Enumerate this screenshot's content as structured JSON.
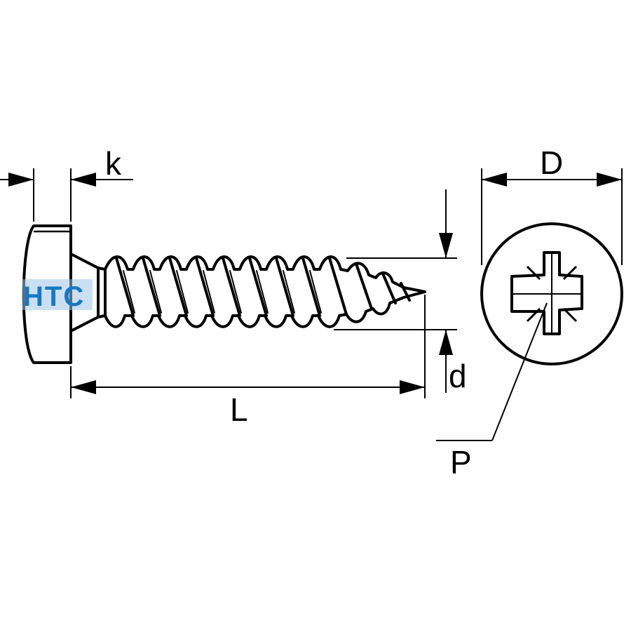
{
  "diagram": {
    "labels": {
      "head_height": "k",
      "length": "L",
      "diameter_head": "D",
      "thread_diameter": "d",
      "drive": "P"
    },
    "watermark": {
      "text": "HTC",
      "color": "#1479c4",
      "band_color": "#9fc7e8"
    },
    "colors": {
      "line": "#000000",
      "background": "#ffffff"
    }
  }
}
